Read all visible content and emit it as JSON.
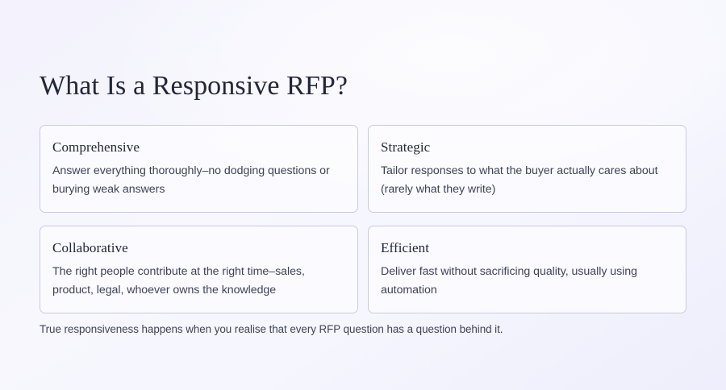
{
  "page": {
    "title": "What Is a Responsive RFP?",
    "footnote": "True responsiveness happens when you realise that every RFP question has a question behind it."
  },
  "cards": [
    {
      "title": "Comprehensive",
      "body": "Answer everything thoroughly–no dodging questions or burying weak answers"
    },
    {
      "title": "Strategic",
      "body": "Tailor responses to what the buyer actually cares about (rarely what they write)"
    },
    {
      "title": "Collaborative",
      "body": "The right people contribute at the right time–sales, product, legal, whoever owns the knowledge"
    },
    {
      "title": "Efficient",
      "body": "Deliver fast without sacrificing quality, usually using automation"
    }
  ],
  "colors": {
    "background_start": "#f3f2fd",
    "background_end": "#eeeefc",
    "card_border": "#c6cae8",
    "card_fill": "#fdfdff",
    "heading_text": "#23263a",
    "body_text": "#3e4356"
  }
}
